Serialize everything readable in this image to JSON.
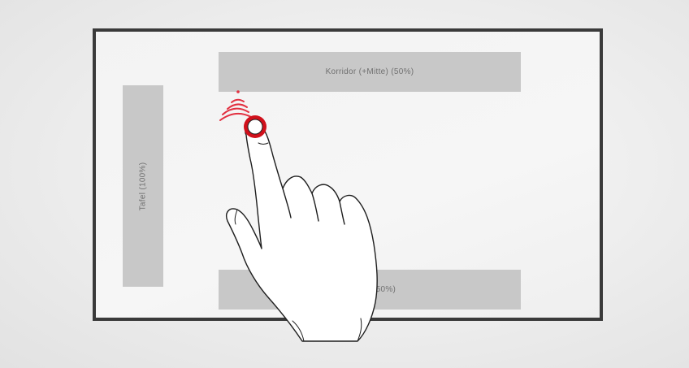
{
  "zones": {
    "top_label": "Korridor (+Mitte) (50%)",
    "left_label": "Tafel (100%)",
    "bottom_label": "(50%)"
  },
  "colors": {
    "frame": "#3a3a3a",
    "zone": "#c8c8c8",
    "zone_text": "#707070",
    "touch_point": "#d0101b",
    "signal_waves": "#e23040"
  },
  "icons": {
    "hand": "hand-pointer-icon",
    "touch": "touch-point-icon",
    "signal": "signal-waves-icon"
  }
}
